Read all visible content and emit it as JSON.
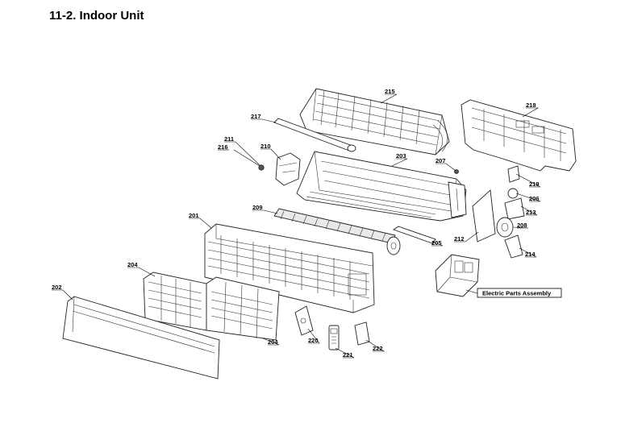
{
  "title": "11-2. Indoor Unit",
  "parts": {
    "p201": "201",
    "p202": "202",
    "p203": "203",
    "p204a": "204",
    "p204b": "204",
    "p205": "205",
    "p206": "206",
    "p207": "207",
    "p208": "208",
    "p209": "209",
    "p210": "210",
    "p211": "211",
    "p212": "212",
    "p213": "213",
    "p214": "214",
    "p215": "215",
    "p216": "216",
    "p217": "217",
    "p218": "218",
    "p219": "219",
    "p220": "220",
    "p221": "221",
    "p222": "222"
  },
  "electric_label": "Electric Parts Assembly"
}
